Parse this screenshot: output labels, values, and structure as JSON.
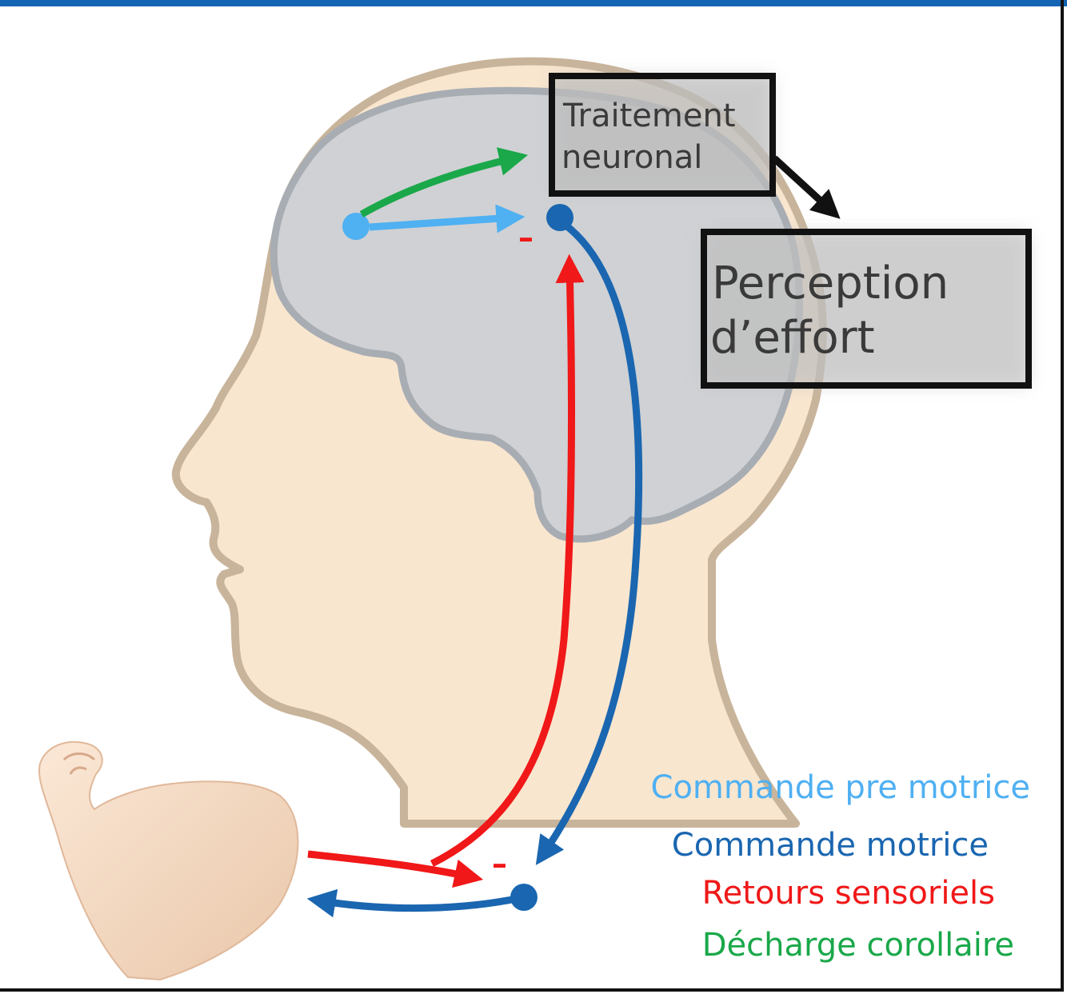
{
  "colors": {
    "frame_top": "#1464b4",
    "frame": "#111111",
    "skin": "#f9e6cf",
    "skin_outline": "#c8b49a",
    "brain": "#cfd1d4",
    "brain_outline": "#a8adb3",
    "premotor": "#4fb0f2",
    "motor": "#1a66b0",
    "sensory": "#f01818",
    "corollary": "#1aa84a",
    "box_fill": "#b8b8b8",
    "box_border": "#111111"
  },
  "icons": {
    "arm": "flexed-biceps-icon"
  },
  "boxes": {
    "processing": {
      "line1": "Traitement",
      "line2": "neuronal"
    },
    "perception": {
      "line1": "Perception",
      "line2": "d’effort"
    }
  },
  "signs": {
    "brain_minus": "–",
    "periphery_minus": "–"
  },
  "legend": {
    "premotor": "Commande pre motrice",
    "motor": "Commande motrice",
    "sensory": "Retours sensoriels",
    "corollary": "Décharge corollaire"
  }
}
